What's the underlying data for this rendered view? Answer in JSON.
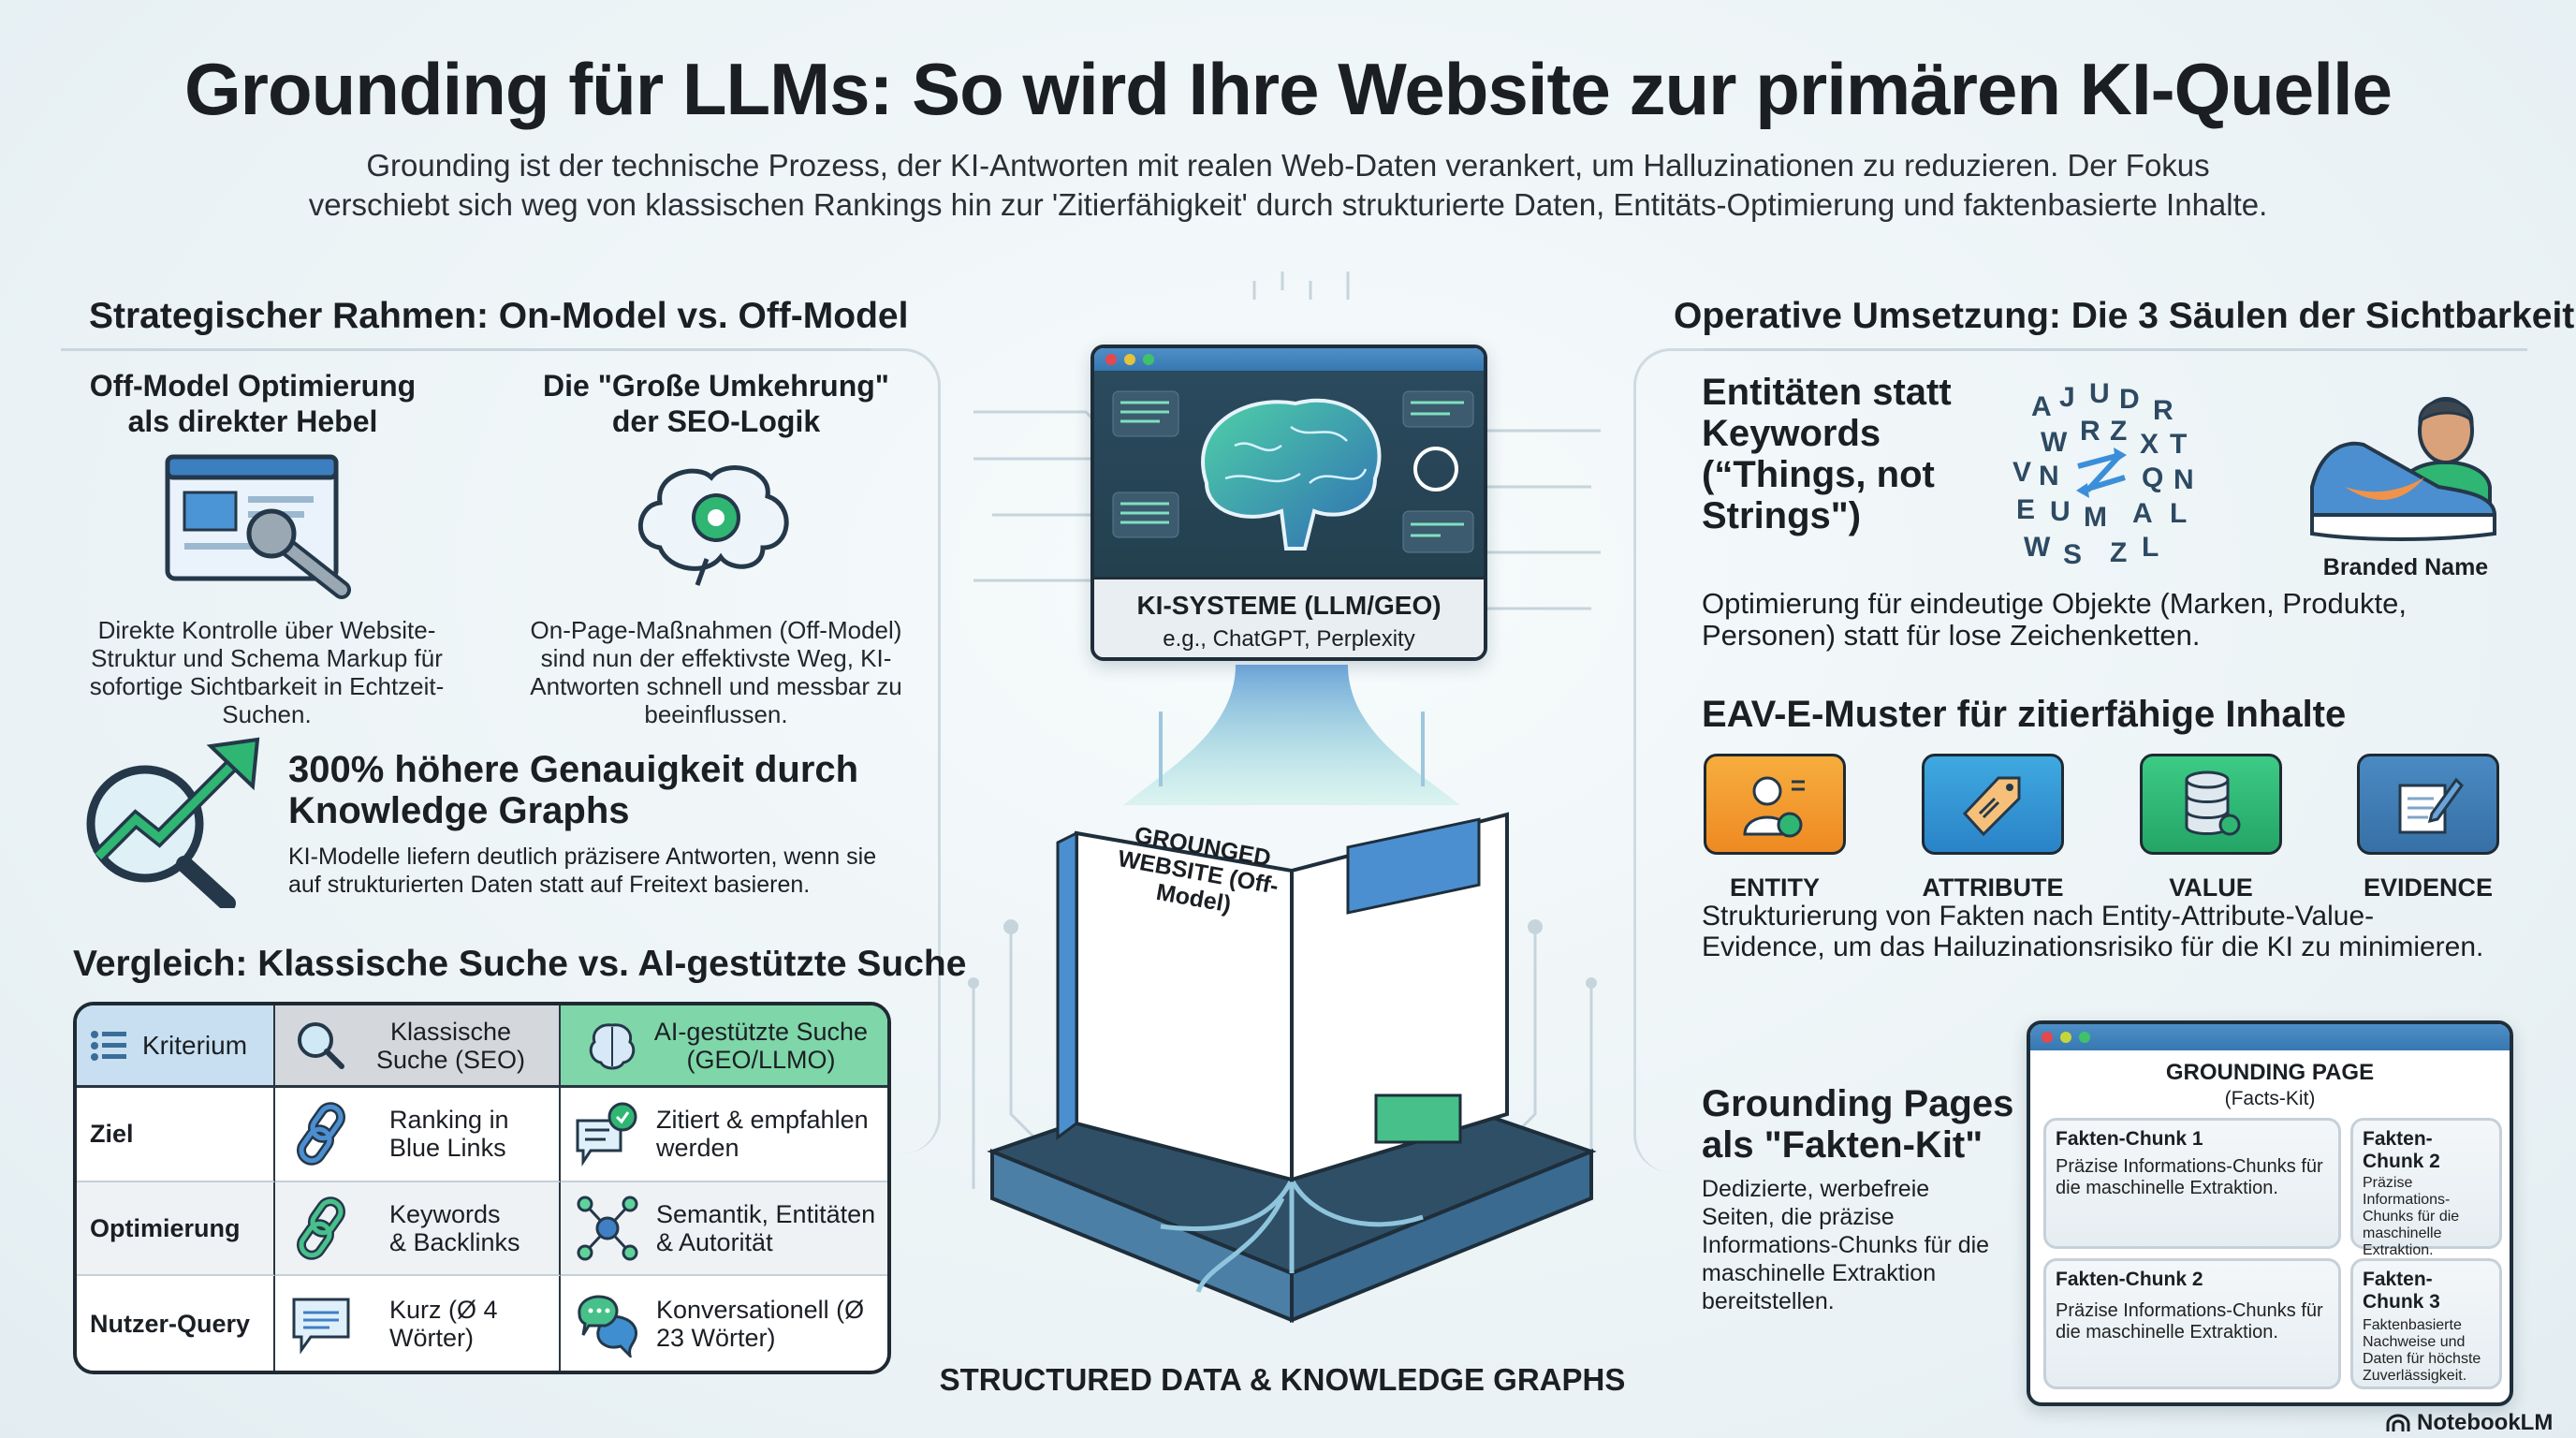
{
  "title": "Grounding für LLMs: So wird Ihre Website zur primären KI-Quelle",
  "subtitle": [
    "Grounding ist der technische Prozess, der KI-Antworten mit realen Web-Daten verankert, um Halluzinationen zu reduzieren. Der Fokus",
    "verschiebt sich weg von klassischen Rankings hin zur 'Zitierfähigkeit' durch strukturierte Daten, Entitäts-Optimierung und faktenbasierte Inhalte."
  ],
  "left": {
    "header": "Strategischer Rahmen: On-Model vs. Off-Model",
    "off_model": {
      "title": "Off-Model Optimierung als direkter Hebel",
      "desc": "Direkte Kontrolle über Website-Struktur und Schema Markup für sofortige Sichtbarkeit in Echtzeit-Suchen."
    },
    "umkehrung": {
      "title": "Die \"Große Umkehrung\" der SEO-Logik",
      "desc": "On-Page-Maßnahmen (Off-Model) sind nun der effektivste Weg, KI-Antworten schnell und messbar zu beeinflussen."
    },
    "stat": {
      "title": "300% höhere Genauigkeit durch Knowledge Graphs",
      "desc": "KI-Modelle liefern deutlich präzisere Antworten, wenn sie auf strukturierten Daten statt auf Freitext basieren."
    },
    "comparison_header": "Vergleich: Klassische Suche vs. AI-gestützte Suche",
    "table": {
      "headers": [
        "Kriterium",
        "Klassische Suche (SEO)",
        "AI-gestützte Suche (GEO/LLMO)"
      ],
      "rows": [
        {
          "label": "Ziel",
          "seo": "Ranking in Blue Links",
          "ai": "Zitiert & empfahlen werden"
        },
        {
          "label": "Optimierung",
          "seo": "Keywords & Backlinks",
          "ai": "Semantik, Entitäten & Autorität"
        },
        {
          "label": "Nutzer-Query",
          "seo": "Kurz (Ø 4 Wörter)",
          "ai": "Konversationell (Ø 23 Wörter)"
        }
      ]
    }
  },
  "center": {
    "ki_title": "KI-SYSTEME (LLM/GEO)",
    "ki_sub": "e.g., ChatGPT, Perplexity",
    "book_text": "GROUNGED WEBSITE (Off-Model)",
    "caption": "STRUCTURED DATA & KNOWLEDGE GRAPHS"
  },
  "right": {
    "header": "Operative Umsetzung: Die 3 Säulen der Sichtbarkeit",
    "entities": {
      "title": "Entitäten statt Keywords (“Things, not Strings\")",
      "branded_label": "Branded Name",
      "desc": "Optimierung für eindeutige Objekte (Marken, Produkte, Personen) statt für lose Zeichenketten.",
      "letters": [
        "A",
        "J",
        "U",
        "D",
        "R",
        "R",
        "Z",
        "W",
        "X",
        "T",
        "V",
        "N",
        "Q",
        "N",
        "E",
        "U",
        "M",
        "A",
        "L",
        "W",
        "S",
        "Z",
        "L"
      ]
    },
    "eav": {
      "title": "EAV-E-Muster für zitierfähige Inhalte",
      "items": [
        {
          "label": "ENTITY",
          "color": "#f39a2b"
        },
        {
          "label": "ATTRIBUTE",
          "color": "#2f8fd0"
        },
        {
          "label": "VALUE",
          "color": "#2fb673"
        },
        {
          "label": "EVIDENCE",
          "color": "#3d78b0"
        }
      ],
      "desc": "Strukturierung von Fakten nach Entity-Attribute-Value-Evidence, um das Hailuzinationsrisiko für die KI zu minimieren."
    },
    "grounding": {
      "title": "Grounding Pages als \"Fakten-Kit\"",
      "desc": "Dedizierte, werbefreie Seiten, die präzise Informations-Chunks für die maschinelle Extraktion bereitstellen.",
      "page_title": "GROUNDING PAGE",
      "page_sub": "(Facts-Kit)",
      "chunks": [
        {
          "title": "Fakten-Chunk 1",
          "text": "Präzise Informations-Chunks für die maschinelle Extraktion."
        },
        {
          "title": "Fakten-Chunk 2",
          "text": "Präzise Informations-Chunks für die maschinelle Extraktion."
        },
        {
          "title": "Fakten-Chunk 2",
          "text": "Präzise Informations-Chunks für die maschinelle Extraktion."
        },
        {
          "title": "Fakten-Chunk 3",
          "text": "Faktenbasierte Nachweise und Daten für höchste Zuverlässigkeit."
        }
      ]
    }
  },
  "brand": "NotebookLM"
}
